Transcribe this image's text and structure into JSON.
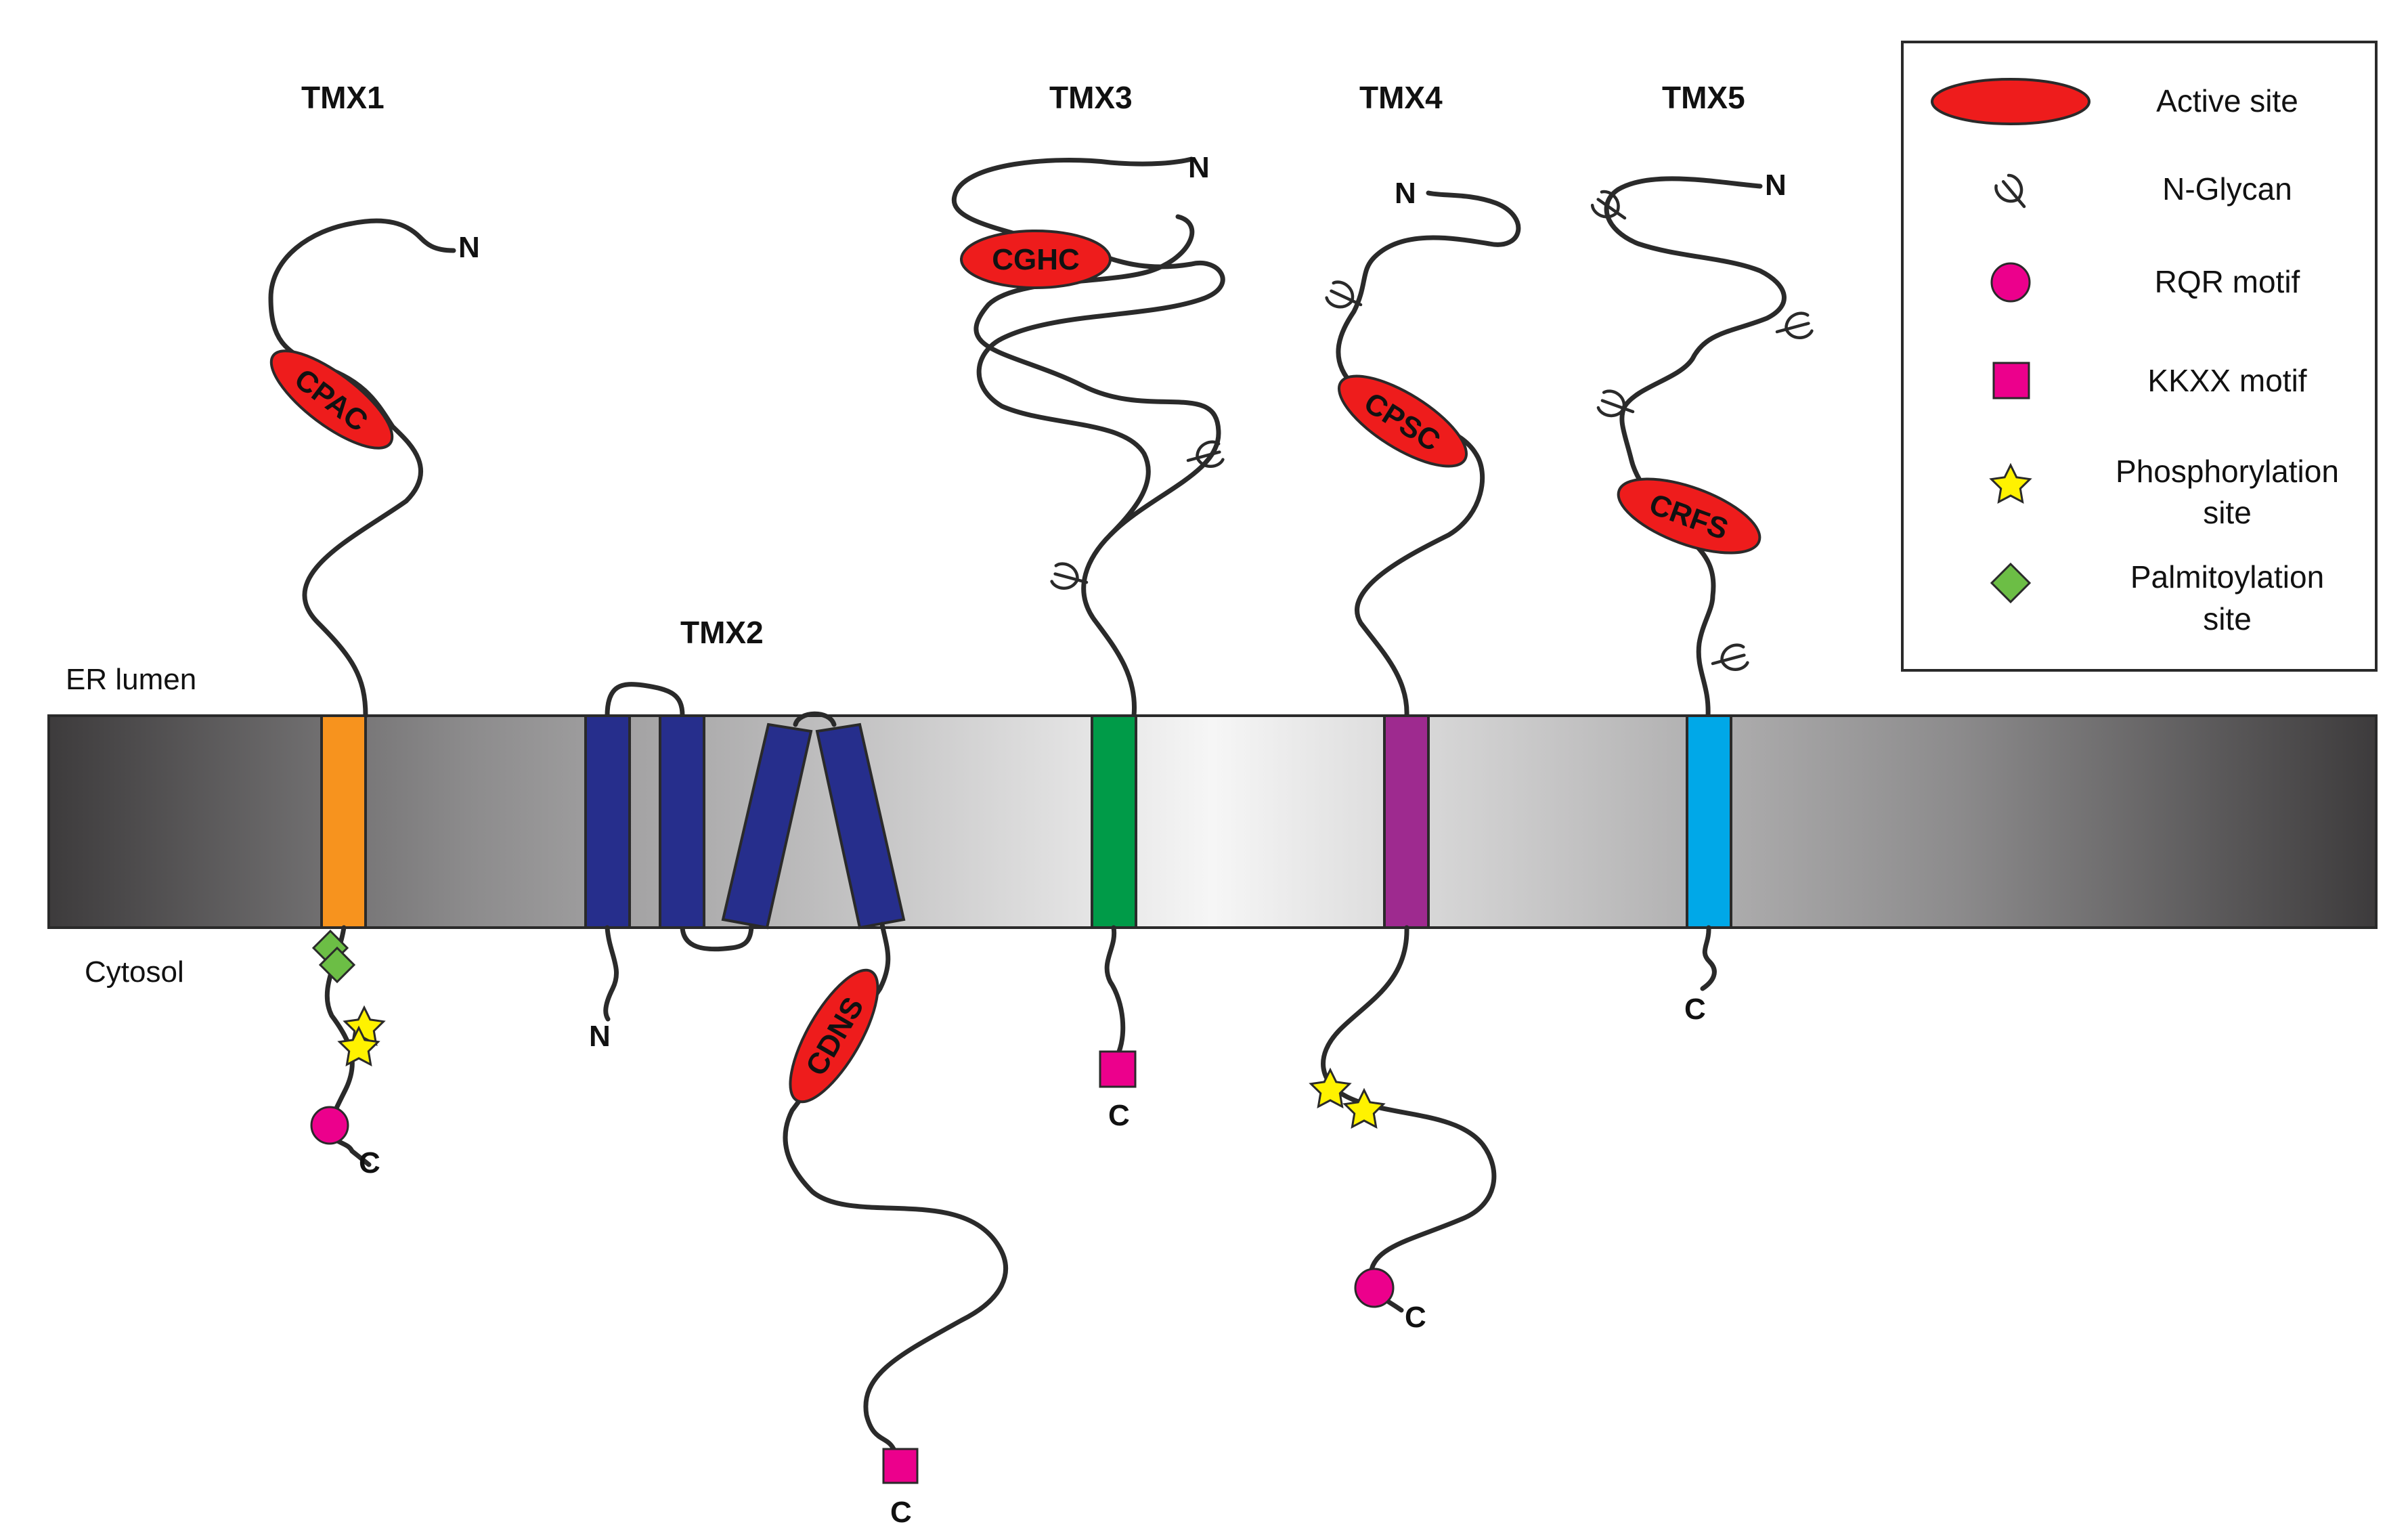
{
  "compartments": {
    "lumen": "ER lumen",
    "cytosol": "Cytosol"
  },
  "proteins": [
    {
      "name": "TMX1",
      "active_site": "CPAC",
      "n_terminus": "N",
      "c_terminus": "C",
      "tm_color": "#F7931E"
    },
    {
      "name": "TMX2",
      "active_site": "CDNS",
      "n_terminus": "N",
      "c_terminus": "C",
      "tm_color": "#262E8C"
    },
    {
      "name": "TMX3",
      "active_site": "CGHC",
      "n_terminus": "N",
      "c_terminus": "C",
      "tm_color": "#009B48"
    },
    {
      "name": "TMX4",
      "active_site": "CPSC",
      "n_terminus": "N",
      "c_terminus": "C",
      "tm_color": "#9E2A8F"
    },
    {
      "name": "TMX5",
      "active_site": "CRFS",
      "n_terminus": "N",
      "c_terminus": "C",
      "tm_color": "#00A8E8"
    }
  ],
  "legend": {
    "items": [
      {
        "icon": "red-ellipse",
        "label": "Active site",
        "label2": ""
      },
      {
        "icon": "n-glycan",
        "label": "N-Glycan",
        "label2": ""
      },
      {
        "icon": "magenta-circle",
        "label": "RQR motif",
        "label2": ""
      },
      {
        "icon": "magenta-square",
        "label": "KKXX motif",
        "label2": ""
      },
      {
        "icon": "yellow-star",
        "label": "Phosphorylation",
        "label2": "site"
      },
      {
        "icon": "green-diamond",
        "label": "Palmitoylation",
        "label2": "site"
      }
    ]
  },
  "colors": {
    "active_site": "#EE1C1C",
    "motif": "#EC008C",
    "phospho": "#FFF200",
    "palmitoyl": "#6CBE45",
    "membrane_dark": "#3d3b3c",
    "membrane_light": "#f5f5f5"
  }
}
